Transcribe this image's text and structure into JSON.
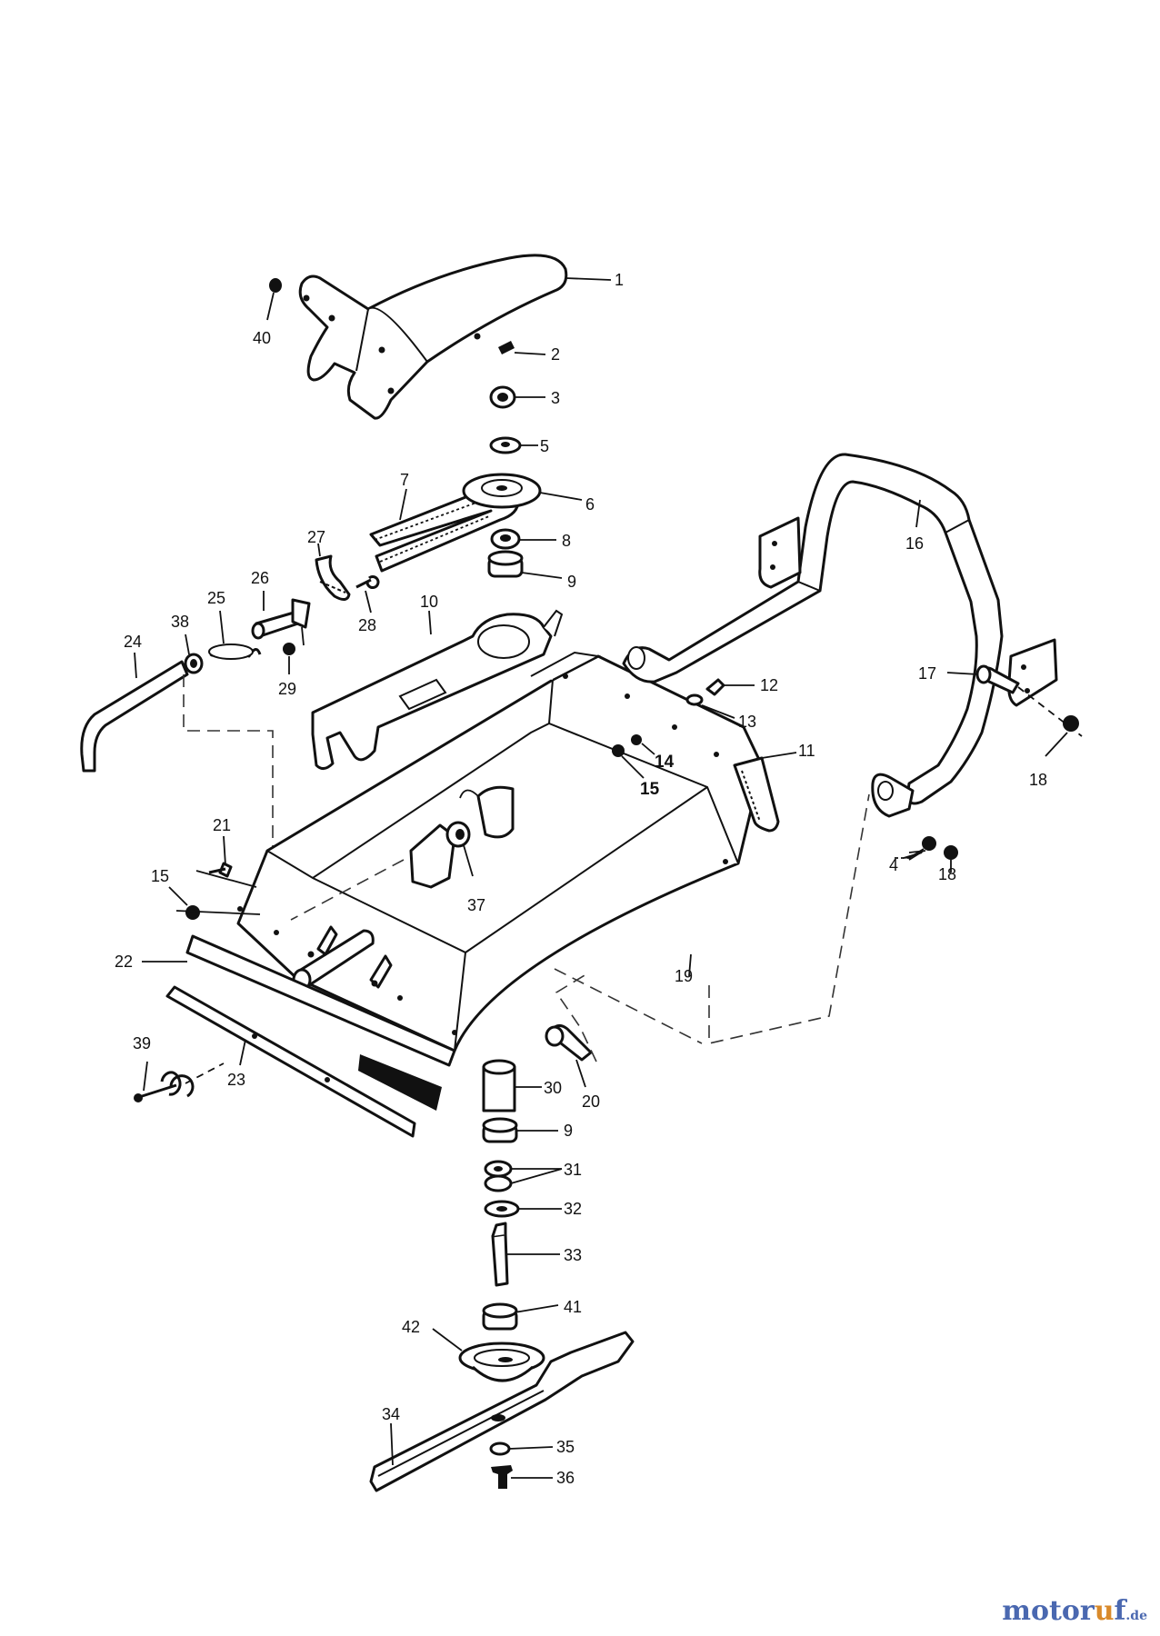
{
  "labels": {
    "l1": "1",
    "l2": "2",
    "l3": "3",
    "l4": "4",
    "l5": "5",
    "l6": "6",
    "l7": "7",
    "l8": "8",
    "l9a": "9",
    "l9b": "9",
    "l10": "10",
    "l11": "11",
    "l12": "12",
    "l13": "13",
    "l14": "14",
    "l15a": "15",
    "l15b": "15",
    "l16": "16",
    "l17": "17",
    "l18a": "18",
    "l18b": "18",
    "l19": "19",
    "l20": "20",
    "l21": "21",
    "l22": "22",
    "l23": "23",
    "l24": "24",
    "l25": "25",
    "l26": "26",
    "l27": "27",
    "l28": "28",
    "l29": "29",
    "l30": "30",
    "l31": "31",
    "l32": "32",
    "l33": "33",
    "l34": "34",
    "l35": "35",
    "l36": "36",
    "l37": "37",
    "l38": "38",
    "l39": "39",
    "l40": "40",
    "l41": "41",
    "l42": "42"
  },
  "brand": {
    "name_a": "motor",
    "name_b": "u",
    "name_c": "f",
    "tld": ".de"
  },
  "colors": {
    "brand_blue": "#4a68b0",
    "brand_orange": "#d98a2b",
    "ink": "#111111"
  }
}
